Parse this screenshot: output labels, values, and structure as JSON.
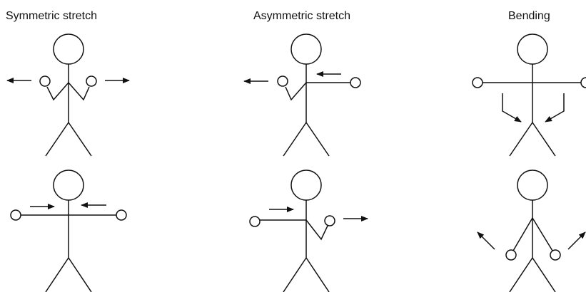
{
  "diagram": {
    "titles": {
      "symmetric": "Symmetric stretch",
      "asymmetric": "Asymmetric stretch",
      "bending": "Bending"
    }
  }
}
